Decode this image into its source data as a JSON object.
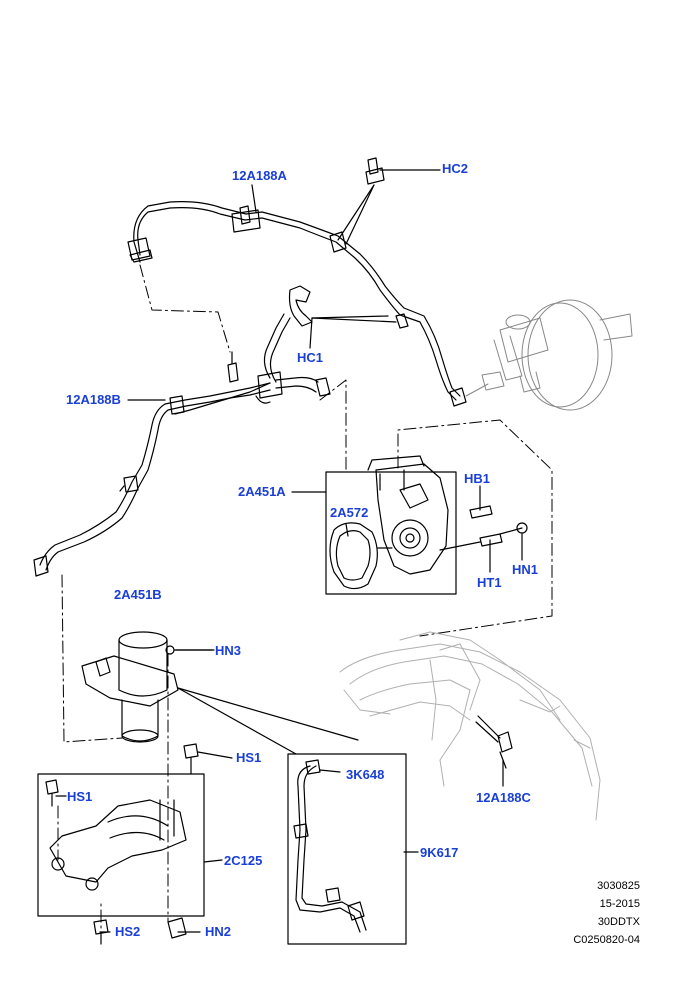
{
  "labels": {
    "l_12a188a": "12A188A",
    "l_hc2": "HC2",
    "l_hc1": "HC1",
    "l_12a188b": "12A188B",
    "l_2a451a": "2A451A",
    "l_hb1": "HB1",
    "l_2a572": "2A572",
    "l_ht1": "HT1",
    "l_hn1": "HN1",
    "l_2a451b": "2A451B",
    "l_hn3": "HN3",
    "l_hs1a": "HS1",
    "l_hs1b": "HS1",
    "l_3k648": "3K648",
    "l_2c125": "2C125",
    "l_9k617": "9K617",
    "l_hs2": "HS2",
    "l_hn2": "HN2",
    "l_12a188c": "12A188C"
  },
  "reference": [
    "3030825",
    "15-2015",
    "30DDTX",
    "C0250820-04"
  ],
  "colors": {
    "callout": "#1a3fd6",
    "line": "#000000",
    "ghost": "#bbbbbb"
  }
}
